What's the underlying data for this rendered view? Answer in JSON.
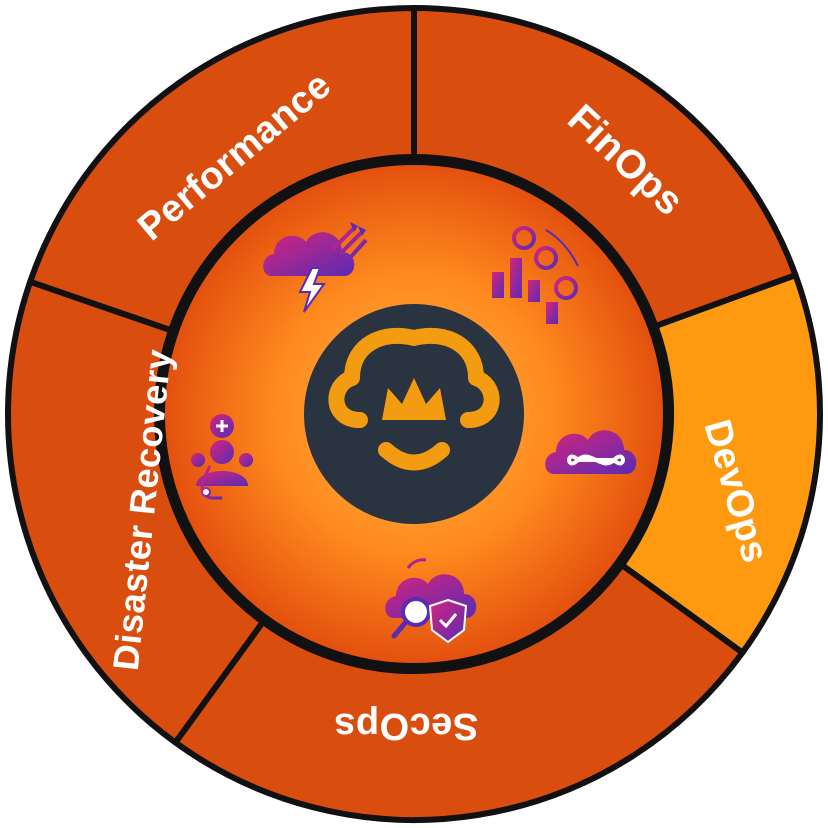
{
  "segments": [
    {
      "label": "Performance",
      "icon": "cloud-lightning-icon",
      "highlight": false
    },
    {
      "label": "FinOps",
      "icon": "cost-chart-icon",
      "highlight": false
    },
    {
      "label": "DevOps",
      "icon": "cloud-infinity-icon",
      "highlight": true
    },
    {
      "label": "SecOps",
      "icon": "cloud-security-icon",
      "highlight": false
    },
    {
      "label": "Disaster Recovery",
      "icon": "health-care-icon",
      "highlight": false
    }
  ],
  "center": {
    "logo": "monkey-crown-logo"
  },
  "colors": {
    "segment": "#d94e0e",
    "segment_highlight": "#ff9a10",
    "ring_core": "#ff8a1e",
    "ring_edge": "#e34f0e",
    "outline": "#111111",
    "logo_bg": "#2a3340",
    "logo_fg": "#f39c12",
    "icon_start": "#d6247a",
    "icon_end": "#5a2bb5"
  }
}
